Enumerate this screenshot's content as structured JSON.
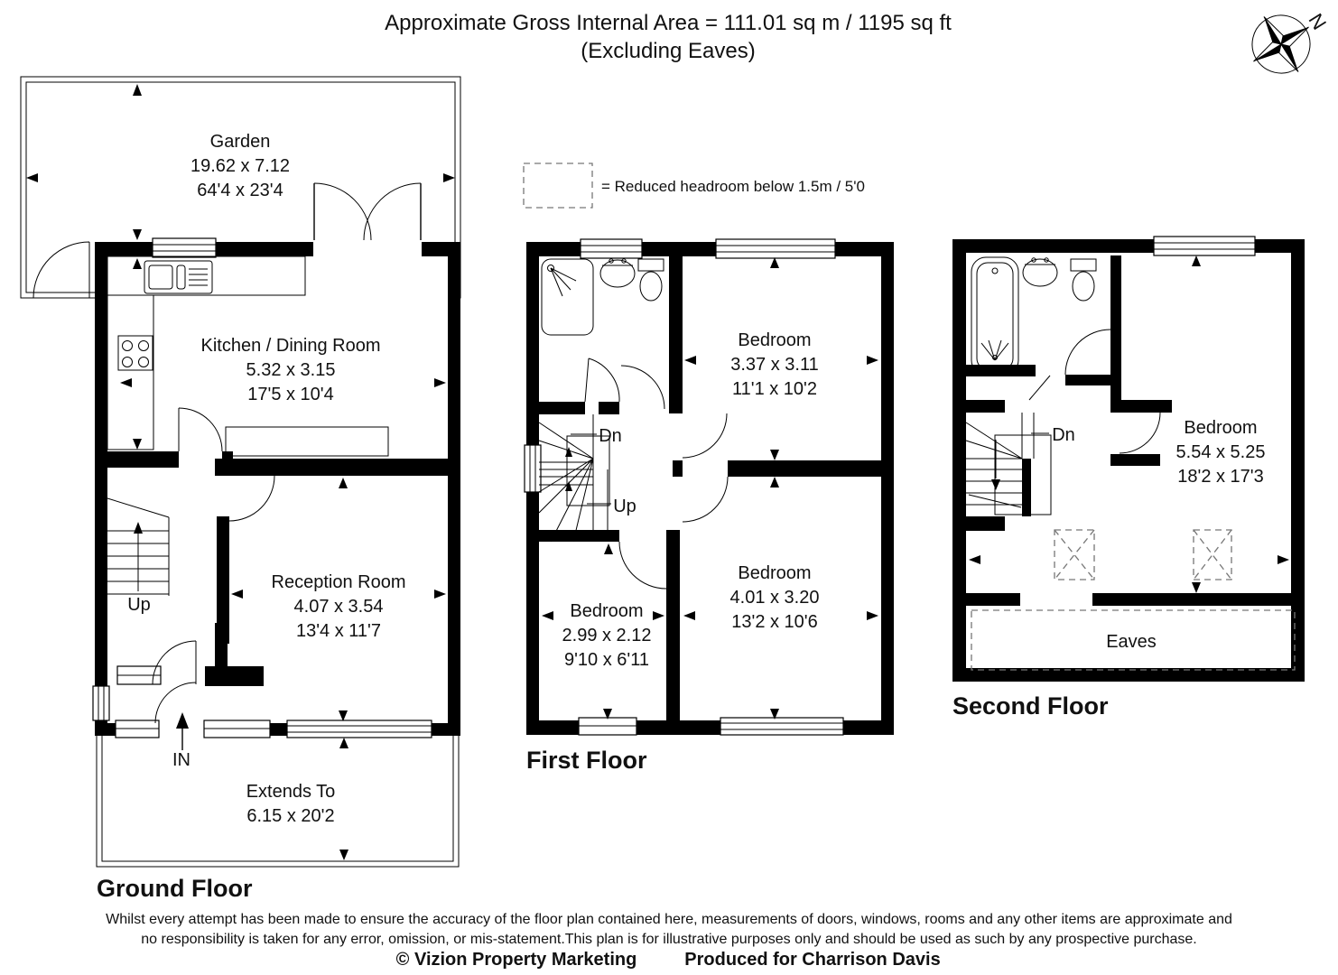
{
  "header": {
    "title_line1": "Approximate Gross Internal Area = 111.01 sq m / 1195 sq ft",
    "title_line2": "(Excluding Eaves)",
    "compass_n": "N"
  },
  "legend": {
    "text": "= Reduced headroom below 1.5m / 5'0"
  },
  "floors": {
    "ground": {
      "title": "Ground Floor",
      "garden": {
        "name": "Garden",
        "metric": "19.62 x 7.12",
        "imperial": "64'4 x 23'4"
      },
      "kitchen": {
        "name": "Kitchen / Dining Room",
        "metric": "5.32 x 3.15",
        "imperial": "17'5 x 10'4"
      },
      "reception": {
        "name": "Reception Room",
        "metric": "4.07 x 3.54",
        "imperial": "13'4 x 11'7"
      },
      "extends": {
        "name": "Extends To",
        "metric": "6.15 x 20'2"
      },
      "stairs_up": "Up",
      "entrance": "IN"
    },
    "first": {
      "title": "First Floor",
      "bedroom_top": {
        "name": "Bedroom",
        "metric": "3.37 x 3.11",
        "imperial": "11'1 x 10'2"
      },
      "bedroom_left": {
        "name": "Bedroom",
        "metric": "2.99 x 2.12",
        "imperial": "9'10 x 6'11"
      },
      "bedroom_right": {
        "name": "Bedroom",
        "metric": "4.01 x 3.20",
        "imperial": "13'2 x 10'6"
      },
      "stairs_dn": "Dn",
      "stairs_up": "Up"
    },
    "second": {
      "title": "Second Floor",
      "bedroom": {
        "name": "Bedroom",
        "metric": "5.54 x 5.25",
        "imperial": "18'2 x 17'3"
      },
      "eaves": "Eaves",
      "stairs_dn": "Dn"
    }
  },
  "footer": {
    "line1": "Whilst every attempt has been made to ensure the accuracy of the floor plan contained here, measurements of doors, windows, rooms and any other items are approximate and",
    "line2": "no responsibility is taken for any error, omission, or mis-statement.This plan is for illustrative purposes only and should be used as such by any prospective purchase.",
    "credit_left": "© Vizion Property Marketing",
    "credit_right": "Produced for Charrison Davis"
  },
  "colors": {
    "ink": "#000000",
    "background": "#ffffff",
    "dash": "#777777"
  }
}
